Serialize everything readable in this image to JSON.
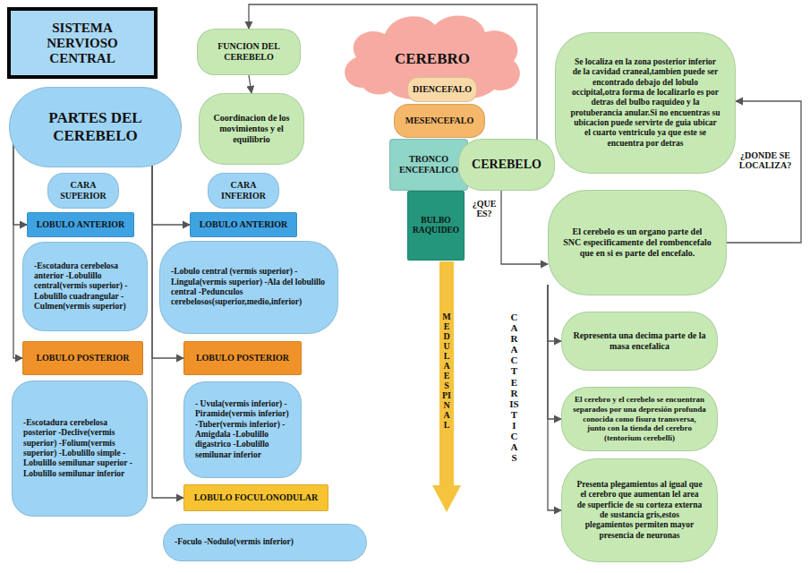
{
  "diagram": {
    "title": "SISTEMA NERVIOSO CENTRAL",
    "nodes": [
      {
        "text": [
          "PARTES DEL CEREBELO"
        ]
      },
      {
        "text": [
          "CARA SUPERIOR"
        ]
      },
      {
        "text": [
          "LOBULO ANTERIOR"
        ]
      },
      {
        "text": [
          "-Escotadura cerebelosa anterior -Lobulillo central(vermis superior) -Lobulillo cuadrangular -Culmen(vermis superior)"
        ]
      },
      {
        "text": [
          "LOBULO POSTERIOR"
        ]
      },
      {
        "text": [
          "-Escotadura cerebelosa posterior -Declive(vermis superior) -Folium(vermis superior) -Lobulillo simple -Lobulillo semilunar superior -Lobulillo semilunar inferior"
        ]
      },
      {
        "text": [
          "CARA INFERIOR"
        ]
      },
      {
        "text": [
          "LOBULO ANTERIOR"
        ]
      },
      {
        "text": [
          "-Lobulo central (vermis superior) -Lingula(vermis superior) -Ala del lobulillo central -Pedunculos cerebelosos(superior,medio,inferior)"
        ]
      },
      {
        "text": [
          "LOBULO POSTERIOR"
        ]
      },
      {
        "text": [
          "- Uvula(vermis inferior) -Piramide(vermis inferior) -Tuber(vermis inferior) -Amigdala -Lobulillo digastrico -Lobulillo semilunar inferior"
        ]
      },
      {
        "text": [
          "LOBULO FOCULONODULAR"
        ]
      },
      {
        "text": [
          "-Foculo -Nodulo(vermis inferior)"
        ]
      },
      {
        "text": [
          "FUNCION DEL CEREBELO"
        ]
      },
      {
        "text": [
          "Coordinacion de los movimientos y el equilibrio"
        ]
      },
      {
        "text": [
          "CEREBRO"
        ]
      },
      {
        "text": [
          "DIENCEFALO"
        ]
      },
      {
        "text": [
          "MESENCEFALO"
        ]
      },
      {
        "text": [
          "TRONCO ENCEFALICO"
        ]
      },
      {
        "text": [
          "CEREBELO"
        ]
      },
      {
        "text": [
          "BULBO RAQUIDEO"
        ]
      },
      {
        "text": [
          "MEDULA ESPINAL"
        ]
      },
      {
        "text": [
          "El cerebelo es un organo parte del SNC especificamente del rombencefalo que en si es parte del encefalo."
        ]
      },
      {
        "text": [
          "Se localiza en la zona posterior inferior de la cavidad craneal,tambien puede ser encontrado debajo del lobulo occipital,otra forma de localizarlo es por detras del bulbo raquideo y la protuberancia anular.Si no encuentras su ubicacion puede servirte de guia ubicar el cuarto ventriculo ya que este se encuentra por detras"
        ]
      },
      {
        "text": [
          "Representa una decima parte de la masa encefalica"
        ]
      },
      {
        "text": [
          "El cerebro y el cerebelo se encuentran separados por una depresión profunda conocida como fisura transversa, junto con la tienda del cerebro (tentorium cerebelli)"
        ]
      },
      {
        "text": [
          "Presenta plegamientos al igual que el cerebro que aumentan lel area de superficie de su corteza externa de sustancia gris,estos plegamientos permiten mayor presencia de neuronas"
        ]
      }
    ],
    "edges": [
      {
        "from": 0,
        "to": 2,
        "arrow": "to"
      },
      {
        "from": 0,
        "to": 4,
        "arrow": "to"
      },
      {
        "from": 0,
        "to": 7,
        "arrow": "to"
      },
      {
        "from": 0,
        "to": 9,
        "arrow": "to"
      },
      {
        "from": 0,
        "to": 11,
        "arrow": "to"
      },
      {
        "from": 19,
        "to": 13,
        "arrow": "to"
      },
      {
        "from": 13,
        "to": 14,
        "arrow": "to"
      },
      {
        "from": 19,
        "to": 22,
        "arrow": "to"
      },
      {
        "from": 22,
        "to": 23,
        "arrow": "to"
      },
      {
        "from": 22,
        "to": 24,
        "arrow": "to"
      },
      {
        "from": 22,
        "to": 25,
        "arrow": "to"
      },
      {
        "from": 22,
        "to": 26,
        "arrow": "to"
      }
    ],
    "labels": [
      "¿QUE ES?",
      "¿DONDE SE LOCALIZA?",
      "CARACTERISTICAS"
    ]
  }
}
